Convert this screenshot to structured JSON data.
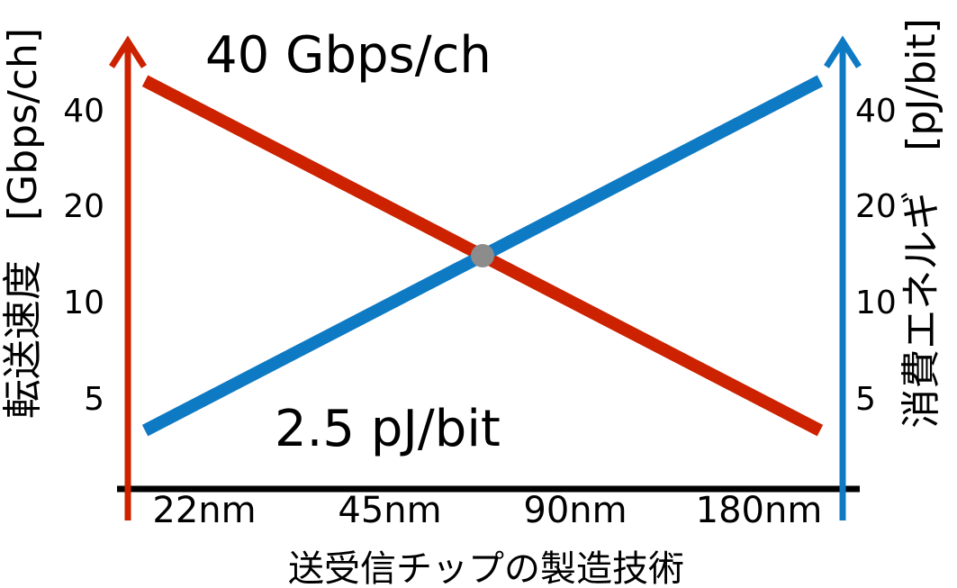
{
  "chart_data": {
    "type": "line",
    "categories": [
      "22nm",
      "45nm",
      "90nm",
      "180nm"
    ],
    "xlabel": "送受信チップの製造技術",
    "ylabel_left": "転送速度　[Gbps/ch]",
    "ylabel_right": "消費エネルギ　[pJ/bit]",
    "yticks_left": [
      "5",
      "10",
      "20",
      "40"
    ],
    "yticks_right": [
      "5",
      "10",
      "20",
      "40"
    ],
    "series": [
      {
        "axis": "left",
        "color": "#cc2200",
        "values": [
          40,
          20,
          10,
          5
        ],
        "label": "40 Gbps/ch"
      },
      {
        "axis": "right",
        "color": "#0e7ac4",
        "values": [
          5,
          10,
          20,
          40
        ],
        "label": "2.5 pJ/bit"
      }
    ],
    "intersection_color": "#8c8c8c"
  }
}
